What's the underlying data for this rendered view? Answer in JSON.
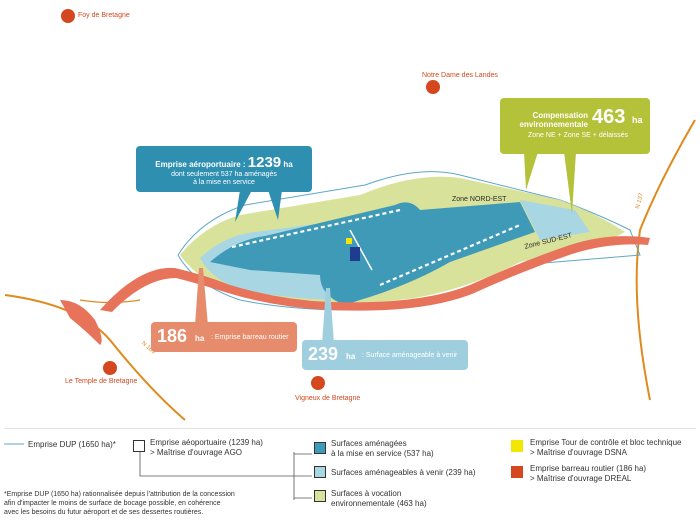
{
  "towns": {
    "foy": "Foy de Bretagne",
    "notre_dame": "Notre Dame des Landes",
    "temple": "Le Temple de Bretagne",
    "vigneux": "Vigneux de Bretagne"
  },
  "roads": {
    "n137": "N 137",
    "n165": "N 165"
  },
  "zones": {
    "nord_est": "Zone NORD-EST",
    "sud_est": "Zone SUD-EST"
  },
  "callouts": {
    "aero": {
      "title": "Emprise aéroportuaire :",
      "value": "1239",
      "unit": "ha",
      "line2": "dont seulement 537 ha aménagés",
      "line3": "à la mise en service"
    },
    "compensation": {
      "title1": "Compensation",
      "title2": "environnementale",
      "value": "463",
      "unit": "ha",
      "line2": "Zone NE + Zone SE + délaissés"
    },
    "barreau": {
      "value": "186",
      "unit": "ha",
      "label": ": Emprise barreau routier"
    },
    "surface": {
      "value": "239",
      "unit": "ha",
      "label": ": Surface aménageable à venir"
    }
  },
  "legend": {
    "dup": "Emprise DUP (1650 ha)*",
    "ago_1": "Emprise aéoportuaire (1239 ha)",
    "ago_2": "> Maîtrise d'ouvrage AGO",
    "amenagees_1": "Surfaces aménagées",
    "amenagees_2": "à la mise en service (537 ha)",
    "amenageables": "Surfaces aménageables à venir (239 ha)",
    "vocation_1": "Surfaces à vocation",
    "vocation_2": "environnementale (463 ha)",
    "tour_1": "Emprise Tour de contrôle et bloc technique",
    "tour_2": "> Maîtrise d'ouvrage DSNA",
    "barreau_1": "Emprise barreau routier (186 ha)",
    "barreau_2": "> Maîtrise d'ouvrage DREAL",
    "footnote_1": "*Emprise DUP (1650 ha) rationnalisée depuis l'attribution de la concession",
    "footnote_2": "afin d'impacter le moins de surface de bocage possible, en cohérence",
    "footnote_3": "avec les besoins du futur aéroport et de ses dessertes routières."
  },
  "colors": {
    "amenagees": "#3f9ab8",
    "amenageables": "#a9d6e3",
    "vocation": "#d9e29a",
    "tour": "#f3e600",
    "barreau": "#e8735b",
    "town": "#d4471f",
    "road": "#e08a1e",
    "callout_blue": "#2e8fb1",
    "callout_green": "#b4c23a",
    "callout_orange": "#e68c6c",
    "callout_light": "#9fcfdf"
  }
}
